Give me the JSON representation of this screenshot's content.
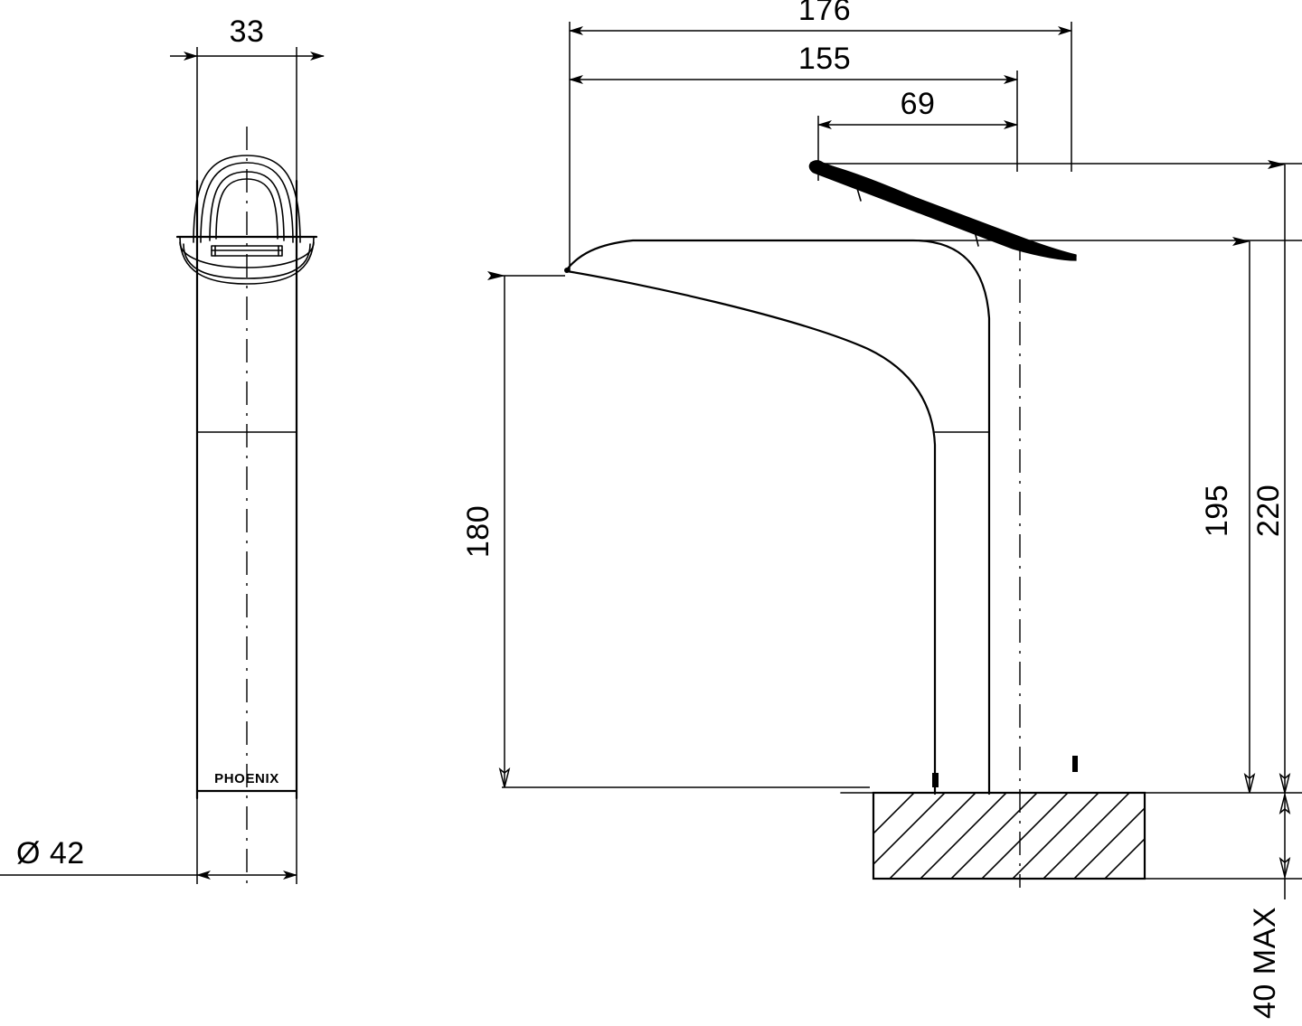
{
  "drawing": {
    "title": "Phoenix tall basin mixer tap technical drawing",
    "brand": "PHOENIX",
    "units": "mm",
    "background_color": "#ffffff",
    "line_color": "#000000"
  },
  "views": {
    "front": {
      "name": "Front elevation",
      "description": "Narrow front view of tall basin mixer with lever handle over spout"
    },
    "side": {
      "name": "Side elevation",
      "description": "Side view of tall basin mixer showing spout projection, lever and mounting through bench"
    }
  },
  "dimensions": {
    "front_width": {
      "value": "33",
      "label": "33",
      "orientation": "horizontal",
      "view": "front",
      "meaning": "Body width"
    },
    "base_diameter": {
      "value": "42",
      "label": "Ø 42",
      "symbol": "Ø",
      "number": "42",
      "orientation": "horizontal-leader",
      "view": "front",
      "meaning": "Base diameter"
    },
    "spout_reach_total": {
      "value": "176",
      "label": "176",
      "orientation": "horizontal",
      "view": "side",
      "meaning": "Overall length including handle"
    },
    "spout_reach": {
      "value": "155",
      "label": "155",
      "orientation": "horizontal",
      "view": "side",
      "meaning": "Spout projection from body centre to outlet"
    },
    "handle_length": {
      "value": "69",
      "label": "69",
      "orientation": "horizontal",
      "view": "side",
      "meaning": "Lever handle length"
    },
    "spout_height": {
      "value": "180",
      "label": "180",
      "orientation": "vertical-rotated",
      "view": "side",
      "meaning": "Outlet height above bench"
    },
    "body_height": {
      "value": "195",
      "label": "195",
      "orientation": "vertical-rotated",
      "view": "side",
      "meaning": "Body height above bench"
    },
    "overall_height": {
      "value": "220",
      "label": "220",
      "orientation": "vertical-rotated",
      "view": "side",
      "meaning": "Overall height above bench"
    },
    "bench_thickness": {
      "value": "40 MAX",
      "label": "40 MAX",
      "orientation": "vertical-rotated",
      "view": "side",
      "meaning": "Maximum bench thickness"
    }
  }
}
